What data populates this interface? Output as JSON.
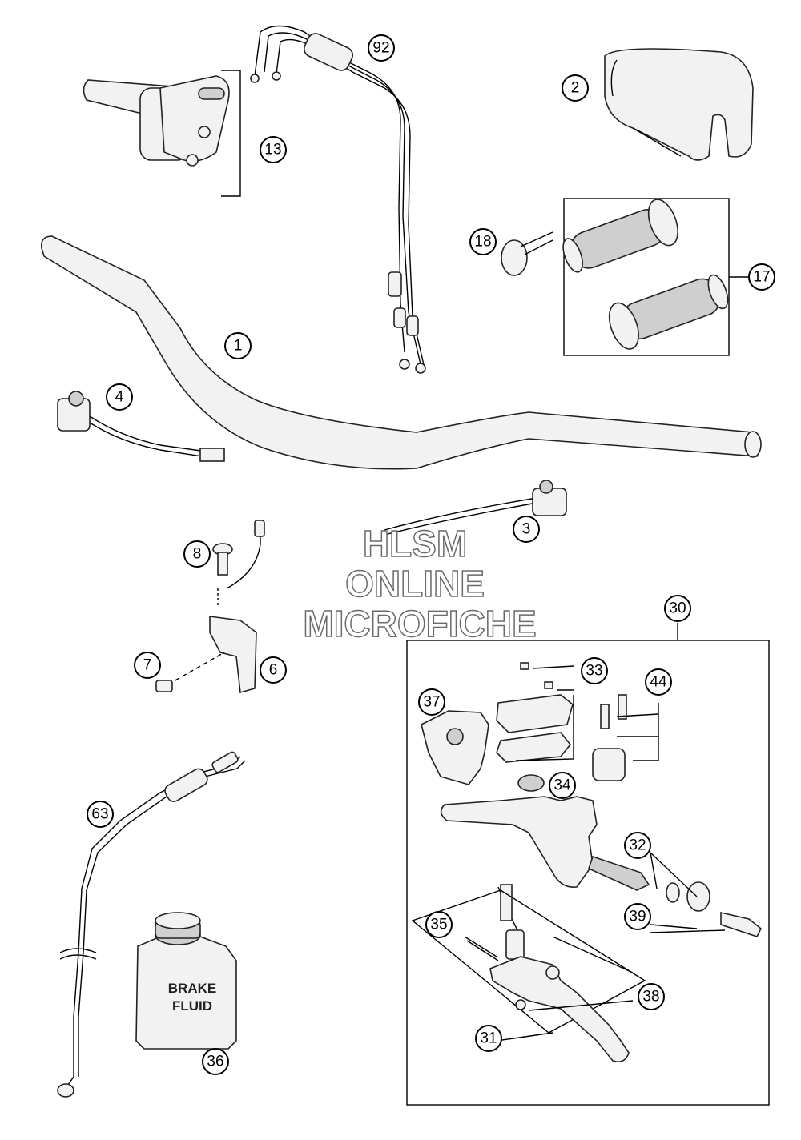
{
  "watermark": {
    "line1": "HLSM",
    "line2": "ONLINE",
    "line3": "MICROFICHE"
  },
  "bottle": {
    "label_line1": "BRAKE",
    "label_line2": "FLUID"
  },
  "callouts": {
    "c92": "92",
    "c2": "2",
    "c13": "13",
    "c18": "18",
    "c17": "17",
    "c1": "1",
    "c4": "4",
    "c3": "3",
    "c8": "8",
    "c7": "7",
    "c6": "6",
    "c63": "63",
    "c36": "36",
    "c30": "30",
    "c33": "33",
    "c37": "37",
    "c44": "44",
    "c34": "34",
    "c32": "32",
    "c39": "39",
    "c35": "35",
    "c38": "38",
    "c31": "31"
  }
}
